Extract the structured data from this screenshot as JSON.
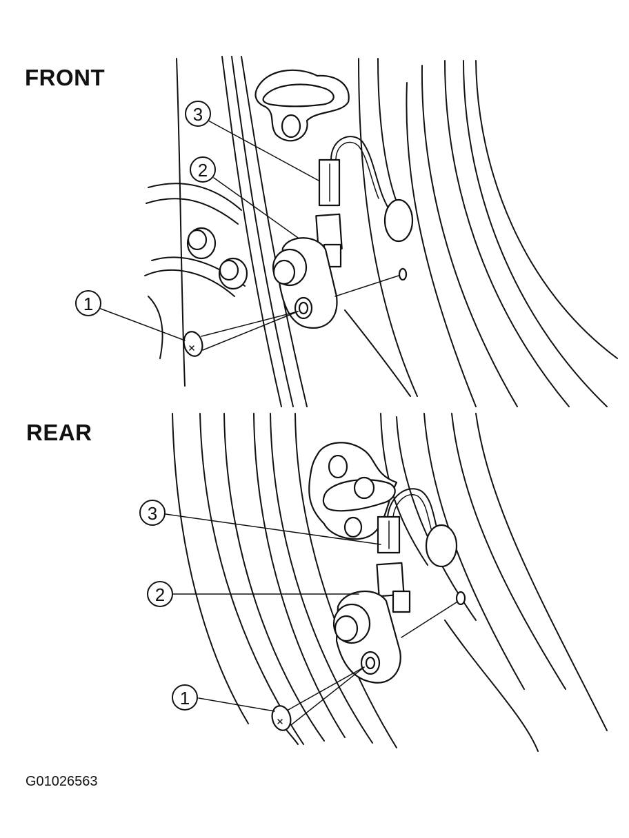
{
  "headings": {
    "front": "FRONT",
    "rear": "REAR"
  },
  "callouts": {
    "front": [
      {
        "number": "1",
        "part": "screw"
      },
      {
        "number": "2",
        "part": "door-switch"
      },
      {
        "number": "3",
        "part": "connector"
      }
    ],
    "rear": [
      {
        "number": "1",
        "part": "screw"
      },
      {
        "number": "2",
        "part": "door-switch"
      },
      {
        "number": "3",
        "part": "connector"
      }
    ]
  },
  "figure_id": "G01026563",
  "colors": {
    "line": "#111111",
    "background": "#ffffff"
  }
}
